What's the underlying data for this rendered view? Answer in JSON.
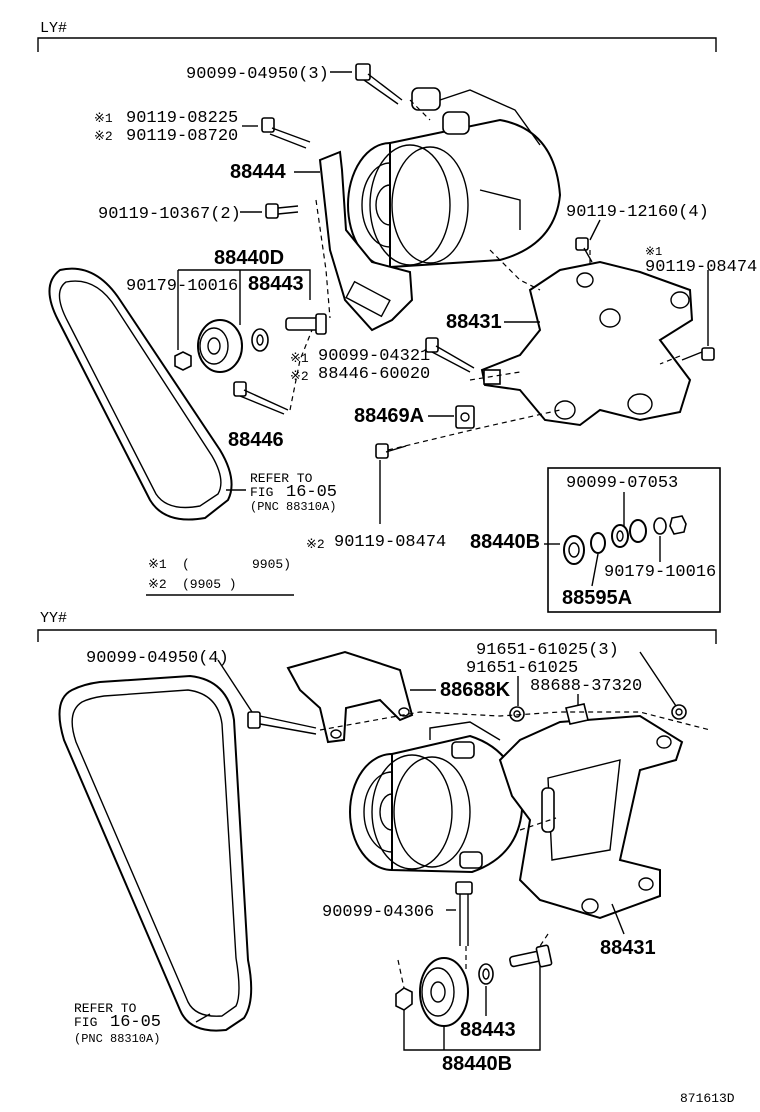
{
  "sections": {
    "ly": "LY#",
    "yy": "YY#"
  },
  "ly": {
    "p_90099_04950": "90099-04950(3)",
    "p_90119_08225": "90119-08225",
    "p_90119_08720": "90119-08720",
    "mark1": "※1",
    "mark2": "※2",
    "p_88444": "88444",
    "p_90119_10367": "90119-10367(2)",
    "p_88440D": "88440D",
    "p_90179_10016": "90179-10016",
    "p_88443": "88443",
    "p_90119_12160": "90119-12160(4)",
    "p_90119_08474_top": "90119-08474",
    "p_88431": "88431",
    "p_90099_04321": "90099-04321",
    "p_88446_60020": "88446-60020",
    "p_88469A": "88469A",
    "p_88446": "88446",
    "refer_line1": "REFER TO",
    "refer_fig": "FIG",
    "refer_num": "16-05",
    "refer_pnc": "(PNC 88310A)",
    "p_90119_08474_bot": "90119-08474",
    "inset_90099_07053": "90099-07053",
    "inset_88440B": "88440B",
    "inset_90179_10016": "90179-10016",
    "inset_88595A": "88595A",
    "note1_range_a": "(",
    "note1_range_b": "9905)",
    "note2_range": "(9905        )"
  },
  "yy": {
    "p_90099_04950": "90099-04950(4)",
    "p_91651_61025_3": "91651-61025(3)",
    "p_91651_61025": "91651-61025",
    "p_88688K": "88688K",
    "p_88688_37320": "88688-37320",
    "p_88431": "88431",
    "p_90099_04306": "90099-04306",
    "p_88443": "88443",
    "p_88440B": "88440B",
    "refer_line1": "REFER TO",
    "refer_fig": "FIG",
    "refer_num": "16-05",
    "refer_pnc": "(PNC 88310A)"
  },
  "figure_code": "871613D"
}
